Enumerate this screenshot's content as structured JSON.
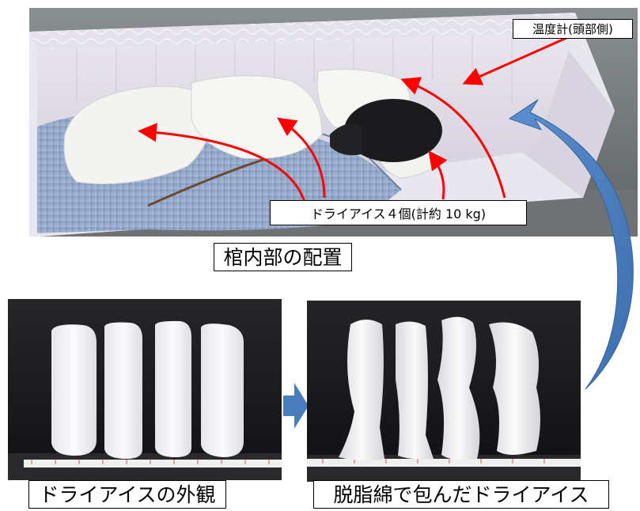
{
  "labels": {
    "thermometer": "温度計(頭部側)",
    "dry_ice_count": "ドライアイス４個(計約 10 kg)"
  },
  "captions": {
    "coffin_layout": "棺内部の配置",
    "dry_ice_appearance": "ドライアイスの外観",
    "wrapped_dry_ice": "脱脂綿で包んだドライアイス"
  },
  "colors": {
    "annotation_arrow": "#ff0000",
    "flow_arrow": "#4a7ebb"
  }
}
